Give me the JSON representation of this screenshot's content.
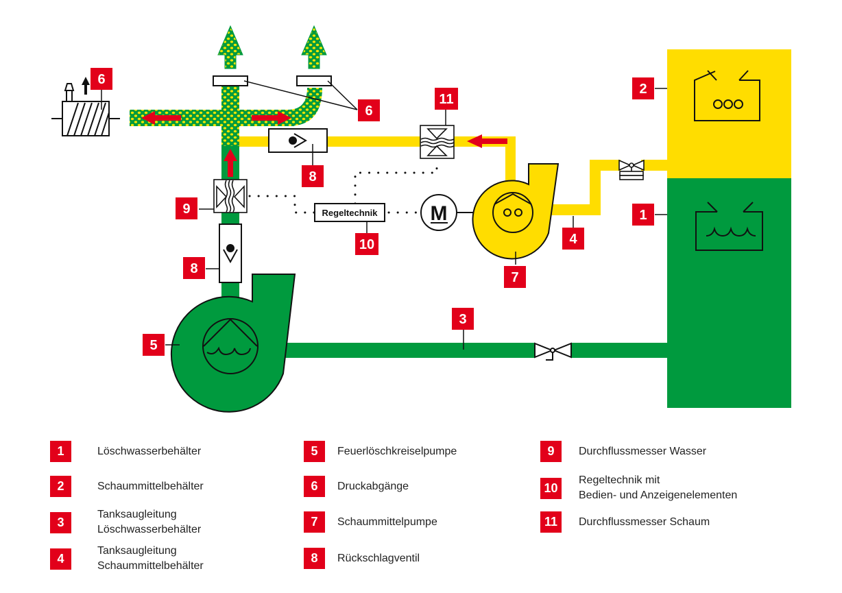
{
  "diagram": {
    "title": "Druckzumischanlage Schema",
    "colors": {
      "water": "#009a3e",
      "foam": "#ffdd00",
      "tag": "#e2001a",
      "arrow": "#e2001a",
      "line": "#111111",
      "foam_dots": "#f2e600"
    },
    "controller_label": "Regeltechnik",
    "motor_label": "M",
    "callouts": [
      {
        "id": "tag-1",
        "text": "1"
      },
      {
        "id": "tag-2",
        "text": "2"
      },
      {
        "id": "tag-3",
        "text": "3"
      },
      {
        "id": "tag-4",
        "text": "4"
      },
      {
        "id": "tag-5",
        "text": "5"
      },
      {
        "id": "tag-6a",
        "text": "6"
      },
      {
        "id": "tag-6b",
        "text": "6"
      },
      {
        "id": "tag-7",
        "text": "7"
      },
      {
        "id": "tag-8a",
        "text": "8"
      },
      {
        "id": "tag-8b",
        "text": "8"
      },
      {
        "id": "tag-9",
        "text": "9"
      },
      {
        "id": "tag-10",
        "text": "10"
      },
      {
        "id": "tag-11",
        "text": "11"
      }
    ]
  },
  "legend": [
    {
      "num": "1",
      "label": "Löschwasserbehälter"
    },
    {
      "num": "2",
      "label": "Schaummittelbehälter"
    },
    {
      "num": "3",
      "label": "Tanksaugleitung\nLöschwasserbehälter"
    },
    {
      "num": "4",
      "label": "Tanksaugleitung\nSchaummittelbehälter"
    },
    {
      "num": "5",
      "label": "Feuerlöschkreiselpumpe"
    },
    {
      "num": "6",
      "label": "Druckabgänge"
    },
    {
      "num": "7",
      "label": "Schaummittelpumpe"
    },
    {
      "num": "8",
      "label": "Rückschlagventil"
    },
    {
      "num": "9",
      "label": "Durchflussmesser Wasser"
    },
    {
      "num": "10",
      "label": "Regeltechnik mit\nBedien- und Anzeigenelementen"
    },
    {
      "num": "11",
      "label": "Durchflussmesser Schaum"
    }
  ]
}
